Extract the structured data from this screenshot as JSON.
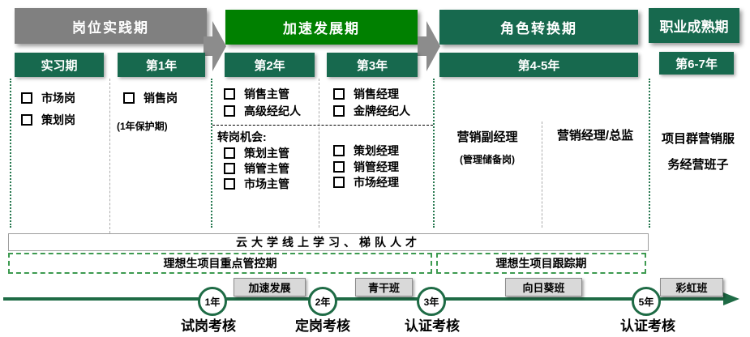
{
  "colors": {
    "gray": "#808080",
    "bright_green": "#008000",
    "dark_green": "#17694E",
    "timeline_green": "#1E6B45",
    "button_bg": "#D9D9D9",
    "dash_green": "#3D9A50"
  },
  "stages": [
    {
      "header": "岗位实践期"
    },
    {
      "header": "加速发展期"
    },
    {
      "header": "角色转换期"
    },
    {
      "header": "职业成熟期"
    }
  ],
  "year_boxes": [
    "实习期",
    "第1年",
    "第2年",
    "第3年",
    "第4-5年",
    "第6-7年"
  ],
  "columns": {
    "col1": {
      "items": [
        "市场岗",
        "策划岗"
      ]
    },
    "col2": {
      "items": [
        "销售岗"
      ],
      "note": "(1年保护期)"
    },
    "col3": {
      "top_items": [
        "销售主管",
        "高级经纪人"
      ],
      "transfer_label": "转岗机会:",
      "transfer_items": [
        "策划主管",
        "销管主管",
        "市场主管"
      ]
    },
    "col4": {
      "top_items": [
        "销售经理",
        "金牌经纪人"
      ],
      "bottom_items": [
        "策划经理",
        "销管经理",
        "市场经理"
      ]
    },
    "col5": {
      "left_title": "营销副经理",
      "left_note": "(管理储备岗)",
      "right_title": "营销经理/总监"
    },
    "col6": {
      "line1": "项目群营销服",
      "line2": "务经营班子"
    }
  },
  "bands": {
    "training": "云大学线上学习、梯队人才",
    "control": "理想生项目重点管控期",
    "tracking": "理想生项目跟踪期"
  },
  "timeline": {
    "classes": [
      "加速发展",
      "青干班",
      "向日葵班",
      "彩虹班"
    ],
    "milestones": [
      {
        "year": "1年",
        "label": "试岗考核"
      },
      {
        "year": "2年",
        "label": "定岗考核"
      },
      {
        "year": "3年",
        "label": "认证考核"
      },
      {
        "year": "5年",
        "label": "认证考核"
      }
    ]
  }
}
